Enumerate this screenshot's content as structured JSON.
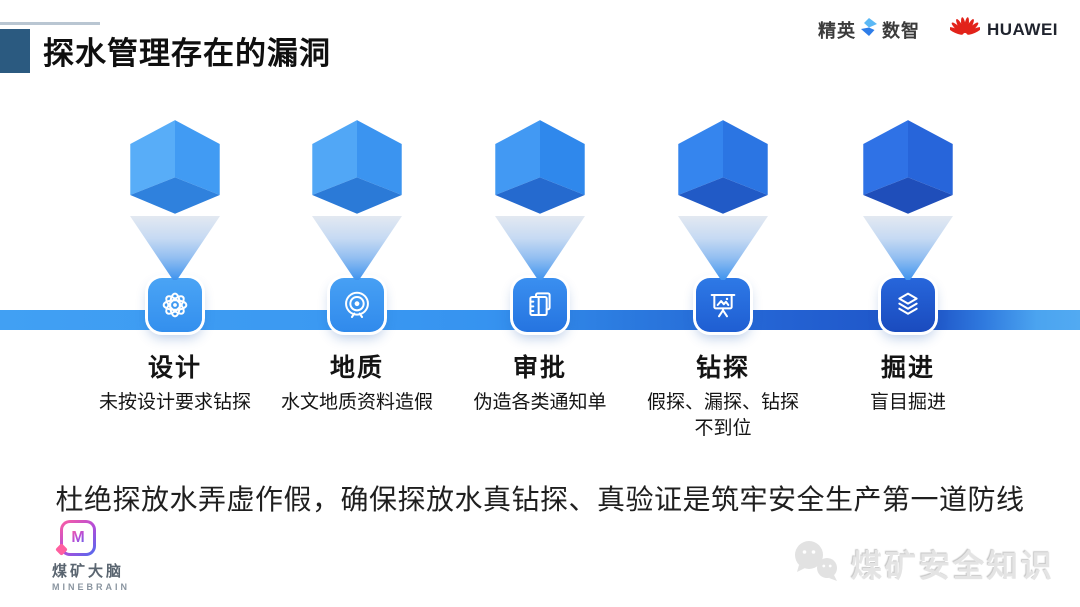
{
  "slide": {
    "title": "探水管理存在的漏洞",
    "header": {
      "partner_logo": {
        "part1": "精英",
        "part2": "数智",
        "icon": "diamond-spark-icon"
      },
      "huawei_logo": {
        "text": "HUAWEI",
        "icon": "huawei-flower-icon"
      }
    },
    "steps": [
      {
        "label": "设计",
        "desc": "未按设计要求钻探",
        "icon": "atom-icon"
      },
      {
        "label": "地质",
        "desc": "水文地质资料造假",
        "icon": "target-icon"
      },
      {
        "label": "审批",
        "desc": "伪造各类通知单",
        "icon": "documents-icon"
      },
      {
        "label": "钻探",
        "desc": "假探、漏探、钻探不到位",
        "icon": "presentation-board-icon"
      },
      {
        "label": "掘进",
        "desc": "盲目掘进",
        "icon": "layers-icon"
      }
    ],
    "summary": "杜绝探放水弄虚作假，确保探放水真钻探、真验证是筑牢安全生产第一道防线",
    "footer": {
      "minebrain": {
        "monogram": "M",
        "cn": "煤矿大脑",
        "en": "MINEBRAIN",
        "icon": "minebrain-logo-icon"
      },
      "watermark": {
        "text": "煤矿安全知识",
        "icon": "wechat-icon"
      }
    },
    "colors": {
      "title_accent": "#2B5A80",
      "cube_blue_light": "#58ADF8",
      "cube_blue_dark": "#1F4EBA",
      "timeline_blue": "#2E7DE0",
      "huawei_red": "#E2231A",
      "minebrain_gradient_start": "#FF5FA0",
      "minebrain_gradient_end": "#4A6CF0",
      "watermark_gray": "#E4E4E4"
    }
  }
}
